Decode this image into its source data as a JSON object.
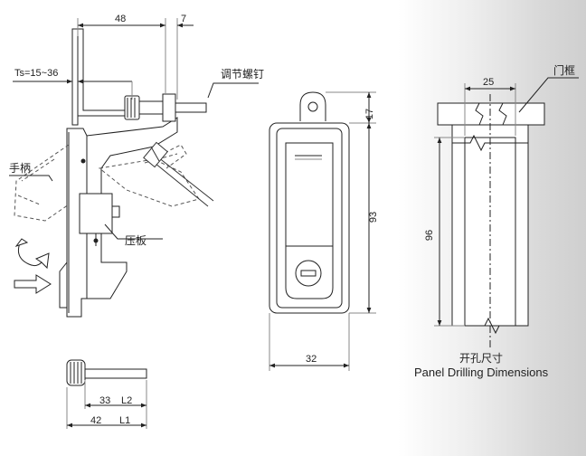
{
  "side_view": {
    "dim_48": "48",
    "dim_7": "7",
    "ts_range": "Ts=15~36",
    "label_adjust_screw": "调节螺钉",
    "label_handle": "手柄",
    "label_pressure_plate": "压板"
  },
  "screw_view": {
    "dim_33": "33",
    "label_L2": "L2",
    "dim_42": "42",
    "label_L1": "L1"
  },
  "front_view": {
    "dim_17": "17",
    "dim_93": "93",
    "dim_32": "32"
  },
  "cutout_view": {
    "dim_25": "25",
    "dim_96": "96",
    "label_door_frame": "门框",
    "caption_cn": "开孔尺寸",
    "caption_en": "Panel Drilling Dimensions"
  }
}
